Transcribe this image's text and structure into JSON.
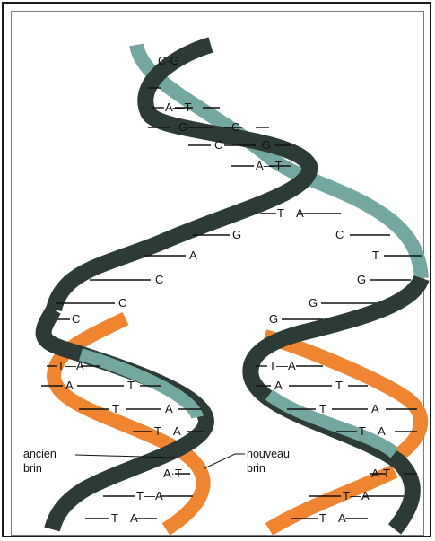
{
  "colors": {
    "old_strand_dark": "#2d3b36",
    "old_strand_teal": "#74a79f",
    "new_strand_orange": "#ef8431",
    "new_strand_orange_shade": "#d9632a",
    "frame": "#1b1b1b"
  },
  "labels": {
    "ancien_line1": "ancien",
    "ancien_line2": "brin",
    "nouveau_line1": "nouveau",
    "nouveau_line2": "brin"
  },
  "base_pairs": {
    "top": [
      "C-G",
      "A—T",
      "G—C",
      "C—G",
      "A—T",
      "T—A"
    ],
    "separated_left": [
      "G",
      "A",
      "C",
      "C",
      "C"
    ],
    "separated_right": [
      "C",
      "T",
      "G",
      "G",
      "G"
    ],
    "left_daughter": [
      "T—A",
      "A—T",
      "T—A",
      "T—A",
      "A·T",
      "T—A",
      "T—A"
    ],
    "right_daughter": [
      "T—A",
      "A—T",
      "T—A",
      "T—A",
      "A·T",
      "T—A",
      "T—A"
    ]
  }
}
